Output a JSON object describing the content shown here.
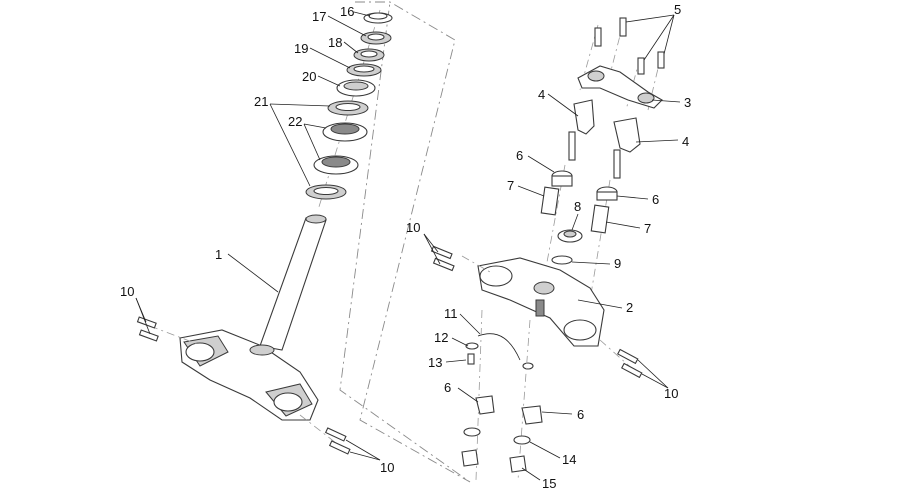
{
  "diagram": {
    "callouts": [
      {
        "text": "1"
      },
      {
        "text": "2"
      },
      {
        "text": "3"
      },
      {
        "text": "4"
      },
      {
        "text": "4"
      },
      {
        "text": "5"
      },
      {
        "text": "6"
      },
      {
        "text": "6"
      },
      {
        "text": "6"
      },
      {
        "text": "6"
      },
      {
        "text": "7"
      },
      {
        "text": "7"
      },
      {
        "text": "8"
      },
      {
        "text": "9"
      },
      {
        "text": "10"
      },
      {
        "text": "10"
      },
      {
        "text": "10"
      },
      {
        "text": "10"
      },
      {
        "text": "11"
      },
      {
        "text": "12"
      },
      {
        "text": "13"
      },
      {
        "text": "14"
      },
      {
        "text": "15"
      },
      {
        "text": "16"
      },
      {
        "text": "17"
      },
      {
        "text": "18"
      },
      {
        "text": "19"
      },
      {
        "text": "20"
      },
      {
        "text": "21"
      },
      {
        "text": "22"
      }
    ]
  }
}
